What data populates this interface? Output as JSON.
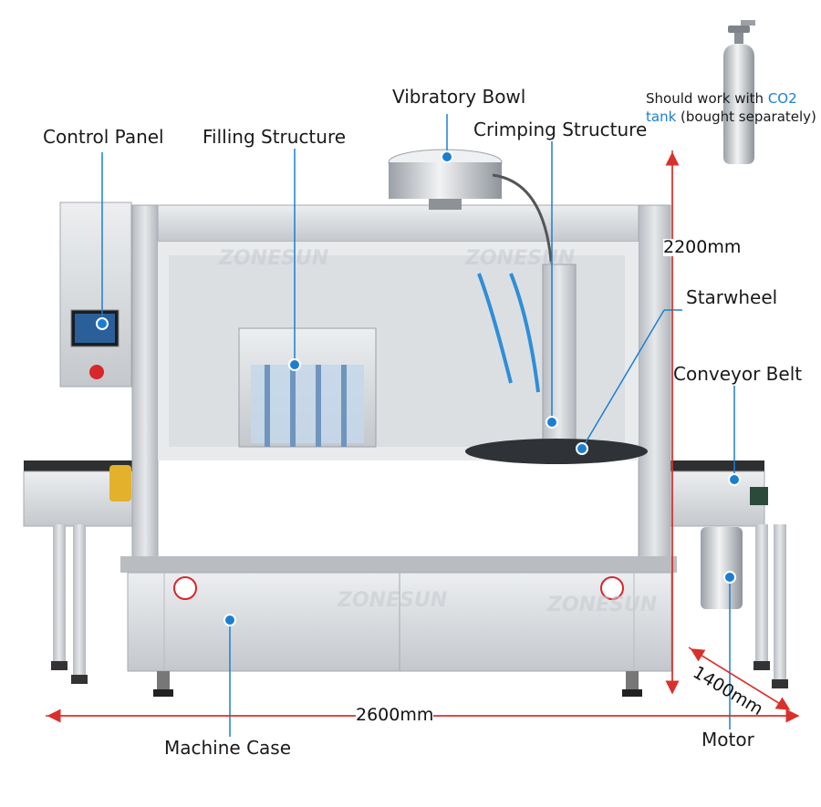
{
  "labels": {
    "vibratory_bowl": "Vibratory Bowl",
    "control_panel": "Control Panel",
    "filling_structure": "Filling Structure",
    "crimping_structure": "Crimping Structure",
    "starwheel": "Starwheel",
    "conveyor_belt": "Conveyor Belt",
    "machine_case": "Machine Case",
    "motor": "Motor"
  },
  "dimensions": {
    "height": "2200mm",
    "width": "2600mm",
    "depth": "1400mm"
  },
  "note": {
    "line1_text": "Should work with ",
    "line1_accent": "CO2",
    "line2_accent": "tank",
    "line2_text": " (bought separately)"
  },
  "watermark": "ZONESUN",
  "colors": {
    "callout_blue": "#1b7fd1",
    "dimension_red": "#d9302c",
    "steel": "#c9ccd0"
  }
}
